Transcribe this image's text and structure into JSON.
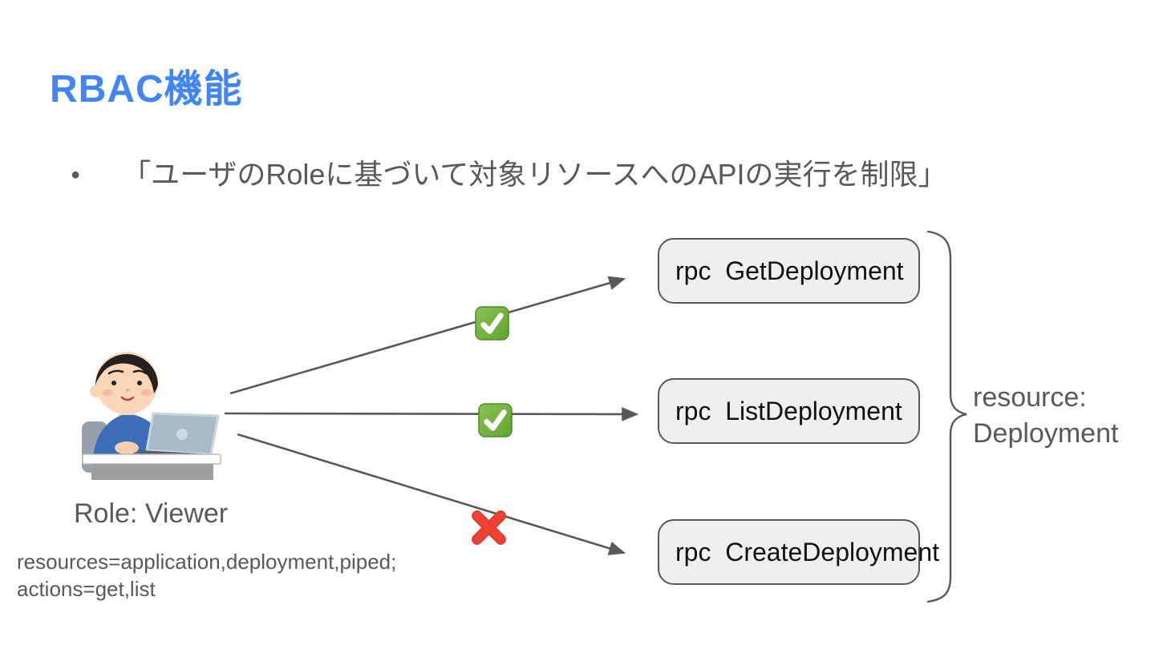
{
  "slide": {
    "title": "RBAC機能",
    "bullet_marker": "●",
    "bullet_text": "「ユーザのRoleに基づいて対象リソースへのAPIの実行を制限」",
    "actor": {
      "role_label": "Role: Viewer",
      "policy_line1": "resources=application,deployment,piped;",
      "policy_line2": "actions=get,list"
    },
    "rpc_boxes": [
      {
        "label": "rpc  GetDeployment",
        "allowed": true
      },
      {
        "label": "rpc  ListDeployment",
        "allowed": true
      },
      {
        "label": "rpc  CreateDeployment",
        "allowed": false
      }
    ],
    "resource_label": {
      "line1": "resource:",
      "line2": "Deployment"
    },
    "icons": {
      "allowed": "green-check-icon",
      "denied": "red-cross-icon",
      "actor": "person-at-laptop-illustration"
    },
    "colors": {
      "title_blue": "#4285F4",
      "text_gray": "#595959",
      "box_fill": "#EFEFEF",
      "box_border": "#595959",
      "arrow_gray": "#595959",
      "check_green": "#6CB33E",
      "cross_red": "#EE4035",
      "sweater_blue": "#3D6DB6"
    }
  }
}
